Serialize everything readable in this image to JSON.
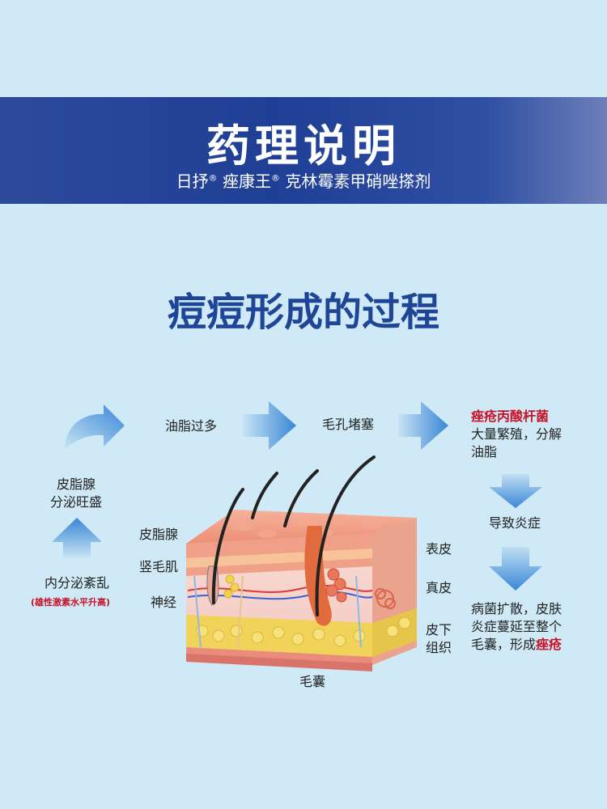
{
  "header": {
    "title": "药理说明",
    "brand1": "日抒",
    "reg": "®",
    "brand2": "痤康王",
    "drug": "克林霉素甲硝唑搽剂"
  },
  "section": {
    "title": "痘痘形成的过程"
  },
  "flow": {
    "endocrine": "内分泌紊乱",
    "endocrine_note": "(雄性激素水平升高)",
    "sebaceous_line1": "皮脂腺",
    "sebaceous_line2": "分泌旺盛",
    "oil_excess": "油脂过多",
    "pore_blocked": "毛孔堵塞",
    "bacteria": "痤疮丙酸杆菌",
    "bacteria_desc_line1": "大量繁殖，分解",
    "bacteria_desc_line2": "油脂",
    "inflammation": "导致炎症",
    "spread_line1": "病菌扩散，皮肤",
    "spread_line2": "炎症蔓延至整个",
    "spread_line3_prefix": "毛囊，形成",
    "spread_line3_highlight": "痤疮"
  },
  "diagram": {
    "left_labels": [
      "皮脂腺",
      "竖毛肌",
      "神经"
    ],
    "right_labels": [
      "表皮",
      "真皮",
      "皮下",
      "组织"
    ],
    "bottom_label": "毛囊"
  },
  "colors": {
    "background": "#cfe9f6",
    "banner": "#1f3f96",
    "title_blue": "#1f4596",
    "highlight_red": "#c8142a",
    "arrow_blue": "#3a86d6"
  }
}
